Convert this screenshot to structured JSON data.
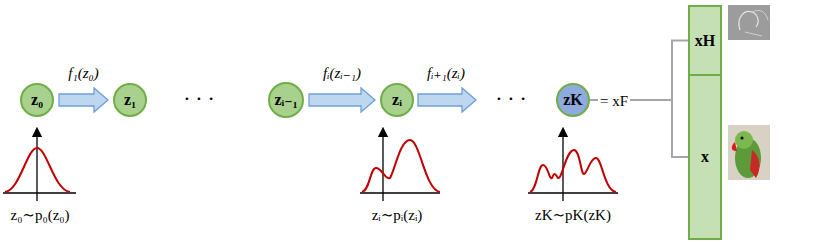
{
  "diagram": {
    "nodes": [
      {
        "text": [
          "z₀"
        ]
      },
      {
        "text": [
          "z₁"
        ]
      },
      {
        "text": [
          "zᵢ₋₁"
        ]
      },
      {
        "text": [
          "zᵢ"
        ]
      },
      {
        "text": [
          "zK"
        ]
      },
      {
        "text": [
          "xH"
        ]
      },
      {
        "text": [
          "x"
        ]
      }
    ],
    "edges": [
      {
        "from": 0,
        "to": 1,
        "label": "f₁(z₀)",
        "arrow": "to"
      },
      {
        "from": 2,
        "to": 3,
        "label": "fᵢ(zᵢ₋₁)",
        "arrow": "to"
      },
      {
        "from": 4,
        "to": 5,
        "arrow": "none"
      },
      {
        "from": 4,
        "to": 6,
        "arrow": "none"
      }
    ],
    "labels": [
      "• • •",
      "fᵢ₊₁(zᵢ)",
      "• • •",
      "= xF",
      "z₀∼p₀(z₀)",
      "zᵢ∼pᵢ(zᵢ)",
      "zK∼pK(zK)"
    ]
  }
}
